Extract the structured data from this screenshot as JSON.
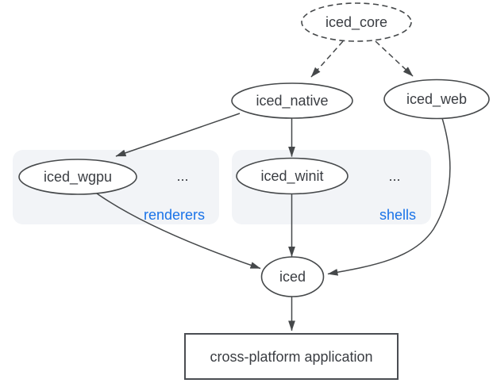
{
  "diagram": {
    "type": "dependency-graph",
    "nodes": {
      "iced_core": {
        "label": "iced_core",
        "outline": "dashed"
      },
      "iced_native": {
        "label": "iced_native",
        "outline": "solid"
      },
      "iced_web": {
        "label": "iced_web",
        "outline": "solid"
      },
      "iced_wgpu": {
        "label": "iced_wgpu",
        "outline": "solid",
        "group": "renderers"
      },
      "iced_winit": {
        "label": "iced_winit",
        "outline": "solid",
        "group": "shells"
      },
      "iced": {
        "label": "iced",
        "outline": "solid"
      },
      "application": {
        "label": "cross-platform application",
        "shape": "rectangle"
      }
    },
    "groups": {
      "renderers": {
        "label": "renderers",
        "more_indicator": "..."
      },
      "shells": {
        "label": "shells",
        "more_indicator": "..."
      }
    },
    "edges": [
      {
        "from": "iced_core",
        "to": "iced_native",
        "style": "dashed"
      },
      {
        "from": "iced_core",
        "to": "iced_web",
        "style": "dashed"
      },
      {
        "from": "iced_native",
        "to": "iced_wgpu",
        "style": "solid"
      },
      {
        "from": "iced_native",
        "to": "iced_winit",
        "style": "solid"
      },
      {
        "from": "iced_wgpu",
        "to": "iced",
        "style": "solid"
      },
      {
        "from": "iced_winit",
        "to": "iced",
        "style": "solid"
      },
      {
        "from": "iced_web",
        "to": "iced",
        "style": "solid"
      },
      {
        "from": "iced",
        "to": "application",
        "style": "solid"
      }
    ],
    "colors": {
      "background": "#ffffff",
      "node_stroke": "#45484a",
      "text": "#3a3d42",
      "group_fill": "#f2f4f7",
      "group_label": "#1a73e8"
    }
  }
}
